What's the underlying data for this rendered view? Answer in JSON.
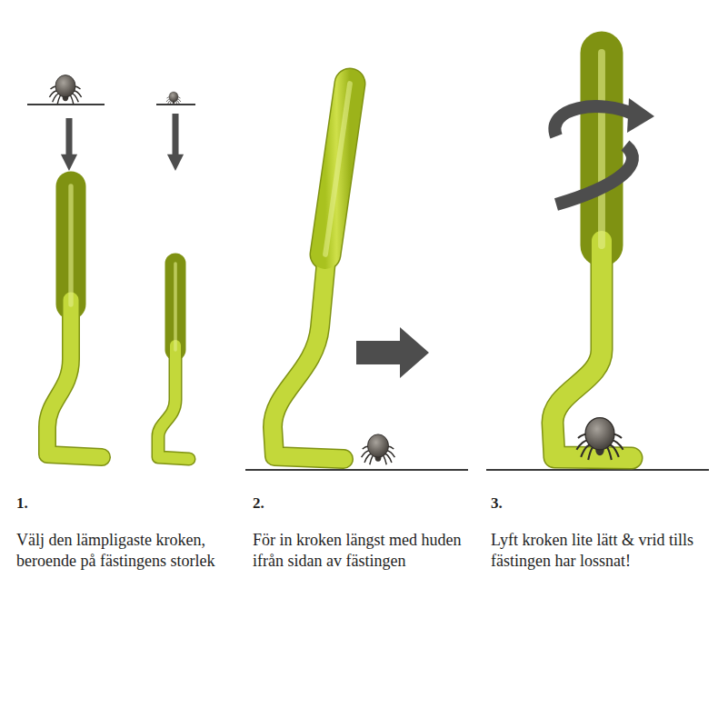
{
  "diagram": {
    "labels": [
      "1.",
      "Välj den lämpligaste kroken, beroende på fästingens storlek",
      "2.",
      "För in kroken längst med huden ifrån sidan av fästingen",
      "3.",
      "Lyft kroken lite lätt & vrid tills fästingen har lossnat!"
    ]
  }
}
